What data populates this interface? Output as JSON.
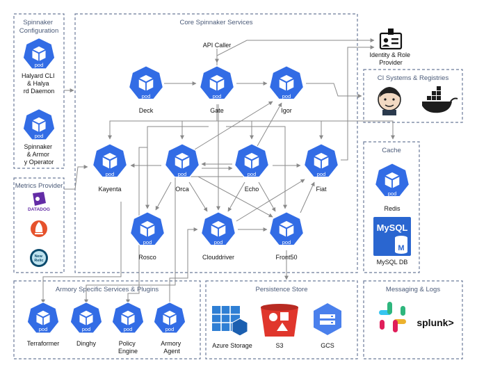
{
  "groups": {
    "config": "Spinnaker Configuration",
    "core": "Core Spinnaker Services",
    "metrics": "Metrics Provider",
    "ci": "CI Systems & Registries",
    "cache": "Cache",
    "armory": "Armory Specific Services & Plugins",
    "persistence": "Persistence Store",
    "messaging": "Messaging & Logs"
  },
  "pod_text": "pod",
  "api_caller": "API Caller",
  "config": {
    "halyard": "Halyard CLI & Halyard Daemon",
    "operator": "Spinnaker & Armory Operator"
  },
  "core": {
    "deck": "Deck",
    "gate": "Gate",
    "igor": "Igor",
    "kayenta": "Kayenta",
    "orca": "Orca",
    "echo": "Echo",
    "fiat": "Fiat",
    "rosco": "Rosco",
    "clouddriver": "Clouddriver",
    "front50": "Front50"
  },
  "identity": "Identity & Role Provider",
  "cache": {
    "redis": "Redis",
    "mysql": "MySQL DB",
    "mysql_logo": "MySQL",
    "mysql_m": "M"
  },
  "metrics": {
    "datadog": "DATADOG",
    "newrelic": "New Relic"
  },
  "armory": {
    "terraformer": "Terraformer",
    "dinghy": "Dinghy",
    "policy": "Policy Engine",
    "agent": "Armory Agent"
  },
  "persistence": {
    "azure": "Azure Storage",
    "s3": "S3",
    "gcs": "GCS"
  },
  "messaging": {
    "splunk": "splunk>"
  },
  "colors": {
    "pod": "#326ce5",
    "box": "#6b7a99",
    "arrow": "#8a8a8a"
  }
}
